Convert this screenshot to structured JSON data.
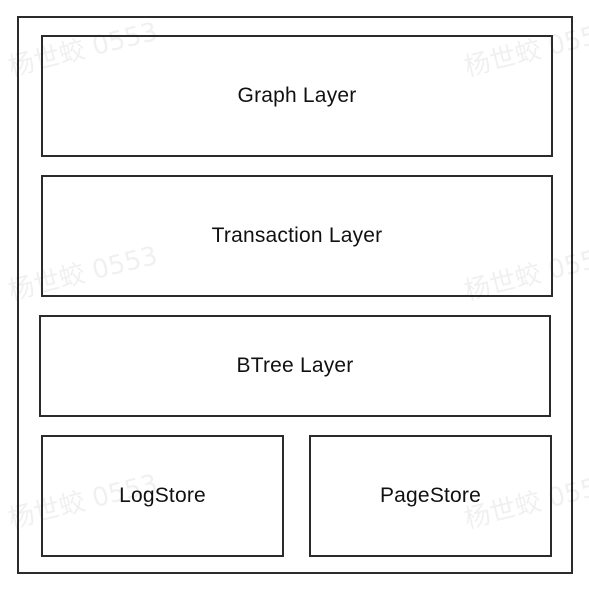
{
  "diagram": {
    "layers": {
      "graph": "Graph Layer",
      "transaction": "Transaction Layer",
      "btree": "BTree Layer",
      "logstore": "LogStore",
      "pagestore": "PageStore"
    },
    "watermark": "杨世蛟 0553",
    "colors": {
      "border": "#2b2b2b",
      "text": "#111111",
      "background": "#ffffff"
    }
  }
}
